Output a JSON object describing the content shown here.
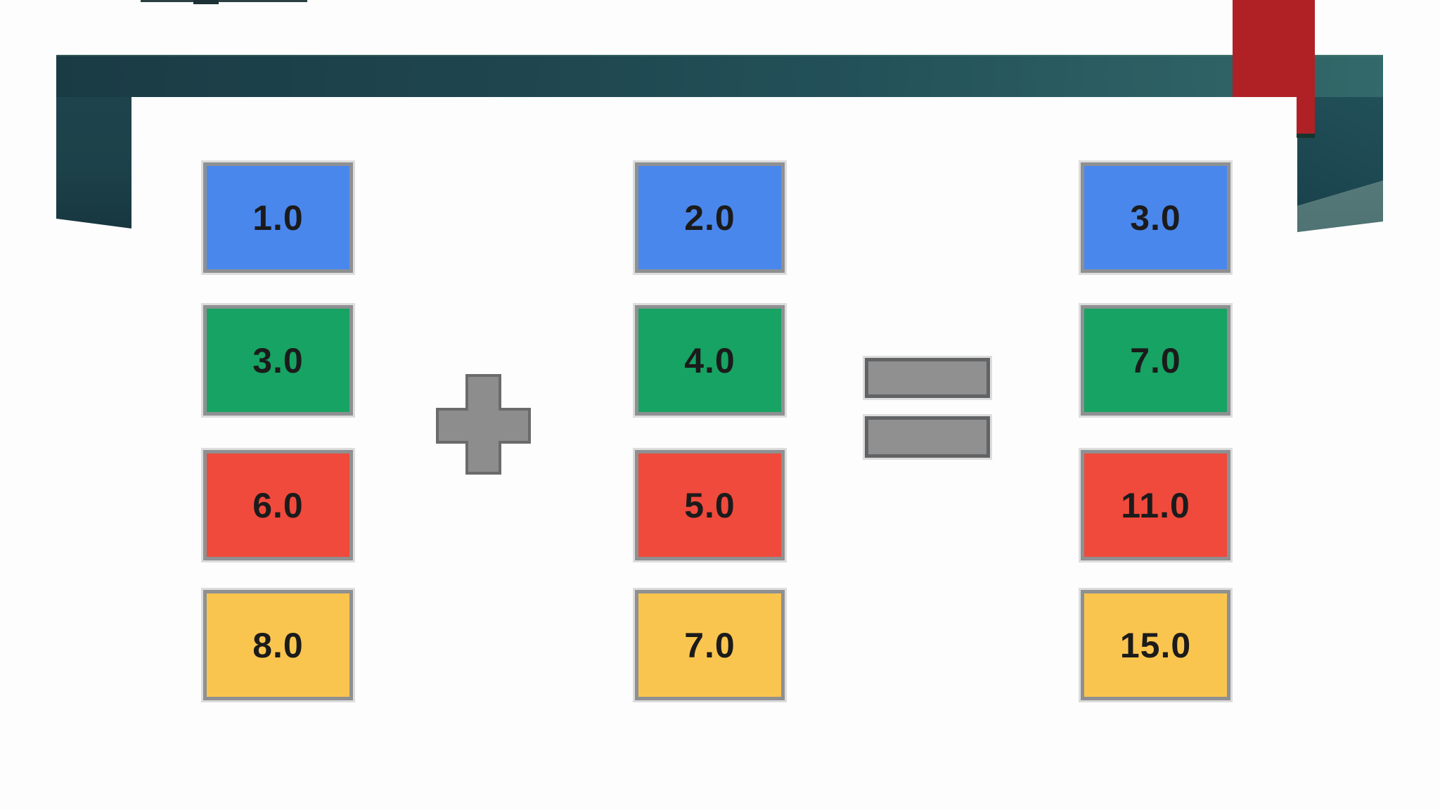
{
  "slide": {
    "background": "#fdfdfd",
    "decor": {
      "top_edge_line_color": "#2c4043",
      "top_edge_bump_color": "#1d3236",
      "banner_gradient_left": "#1a3b44",
      "banner_gradient_mid": "#235159",
      "banner_gradient_right": "#33696a",
      "left_tab_color": "#1d4149",
      "right_tab_color": "#1e4952",
      "right_tab_fold_color": "#587c7d",
      "ribbon_color": "#b02125",
      "ribbon_shadow_color": "#16352e"
    }
  },
  "addition": {
    "row_colors": [
      "#4a87ec",
      "#17a363",
      "#ef4a3c",
      "#fac54e"
    ],
    "left_vector": [
      "1.0",
      "3.0",
      "6.0",
      "8.0"
    ],
    "middle_vector": [
      "2.0",
      "4.0",
      "5.0",
      "7.0"
    ],
    "result_vector": [
      "3.0",
      "7.0",
      "11.0",
      "15.0"
    ],
    "box_border_color": "#8e9092",
    "value_text_color": "#1b1b1b",
    "plus_fill": "#8d8d8d",
    "plus_border": "#6b6b6b",
    "equals_fill": "#909090",
    "equals_border": "#616365"
  }
}
